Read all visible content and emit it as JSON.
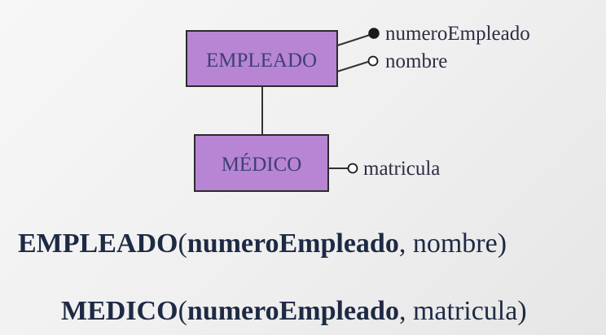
{
  "diagram": {
    "entities": [
      {
        "id": "empleado",
        "label": "EMPLEADO"
      },
      {
        "id": "medico",
        "label": "MÉDICO"
      }
    ],
    "attributes": [
      {
        "entity": "empleado",
        "label": "numeroEmpleado",
        "key": true
      },
      {
        "entity": "empleado",
        "label": "nombre",
        "key": false
      },
      {
        "entity": "medico",
        "label": "matricula",
        "key": false
      }
    ],
    "colors": {
      "entity_fill": "#b785d4",
      "entity_stroke": "#2b2b2b",
      "entity_text": "#3f3f73",
      "schema_text": "#1e2a44"
    }
  },
  "schemas": [
    {
      "name": "EMPLEADO",
      "open": "(",
      "key": "numeroEmpleado",
      "rest": ", nombre)"
    },
    {
      "name": "MEDICO",
      "open": "(",
      "key": "numeroEmpleado",
      "rest": ", matricula)"
    }
  ]
}
